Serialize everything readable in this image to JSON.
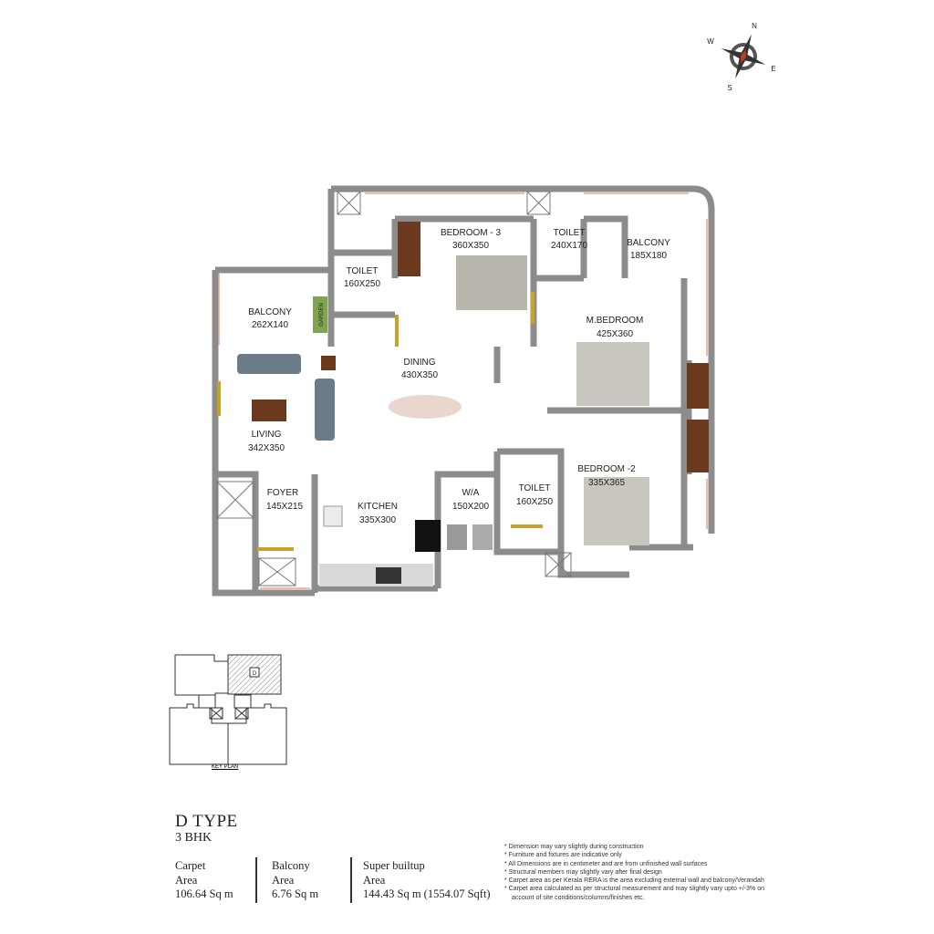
{
  "compass": {
    "n": "N",
    "s": "S",
    "e": "E",
    "w": "W"
  },
  "rooms": {
    "bedroom3": {
      "name": "BEDROOM - 3",
      "size": "360X350"
    },
    "toilet_top": {
      "name": "TOILET",
      "size": "240X170"
    },
    "balcony_right": {
      "name": "BALCONY",
      "size": "185X180"
    },
    "toilet_left": {
      "name": "TOILET",
      "size": "160X250"
    },
    "balcony_left": {
      "name": "BALCONY",
      "size": "262X140"
    },
    "garden": {
      "name": "GARDEN"
    },
    "master_bedroom": {
      "name": "M.BEDROOM",
      "size": "425X360"
    },
    "dining": {
      "name": "DINING",
      "size": "430X350"
    },
    "living": {
      "name": "LIVING",
      "size": "342X350"
    },
    "bedroom2": {
      "name": "BEDROOM -2",
      "size": "335X365"
    },
    "foyer": {
      "name": "FOYER",
      "size": "145X215"
    },
    "wa": {
      "name": "W/A",
      "size": "150X200"
    },
    "toilet_bottom": {
      "name": "TOILET",
      "size": "160X250"
    },
    "kitchen": {
      "name": "KITCHEN",
      "size": "335X300"
    }
  },
  "key_plan": {
    "label": "KEY PLAN",
    "unit_marker": "D"
  },
  "unit": {
    "type": "D TYPE",
    "config": "3 BHK"
  },
  "areas": [
    {
      "label1": "Carpet",
      "label2": "Area",
      "value": "106.64  Sq m"
    },
    {
      "label1": "Balcony",
      "label2": "Area",
      "value": "6.76  Sq m"
    },
    {
      "label1": "Super builtup",
      "label2": "Area",
      "value": "144.43 Sq m (1554.07 Sqft)"
    }
  ],
  "notes": [
    "* Dimension may vary slightly during construction",
    "* Furniture and fixtures are indicative only",
    "* All Dimensions are in centimeter and are from unfinished wall surfaces",
    "* Structural members may slightly vary after final design",
    "* Carpet area as per Kerala RERA is the area excluding external wall and balcony/Verandah",
    "* Carpet area calculated as per structural measurement and may slightly vary upto +/-3% on",
    "   account of site conditions/columns/finishes etc."
  ],
  "colors": {
    "wall": "#8c8c8c",
    "wood": "#6b3a1e",
    "door": "#c9a227",
    "window": "#e8a88a"
  }
}
